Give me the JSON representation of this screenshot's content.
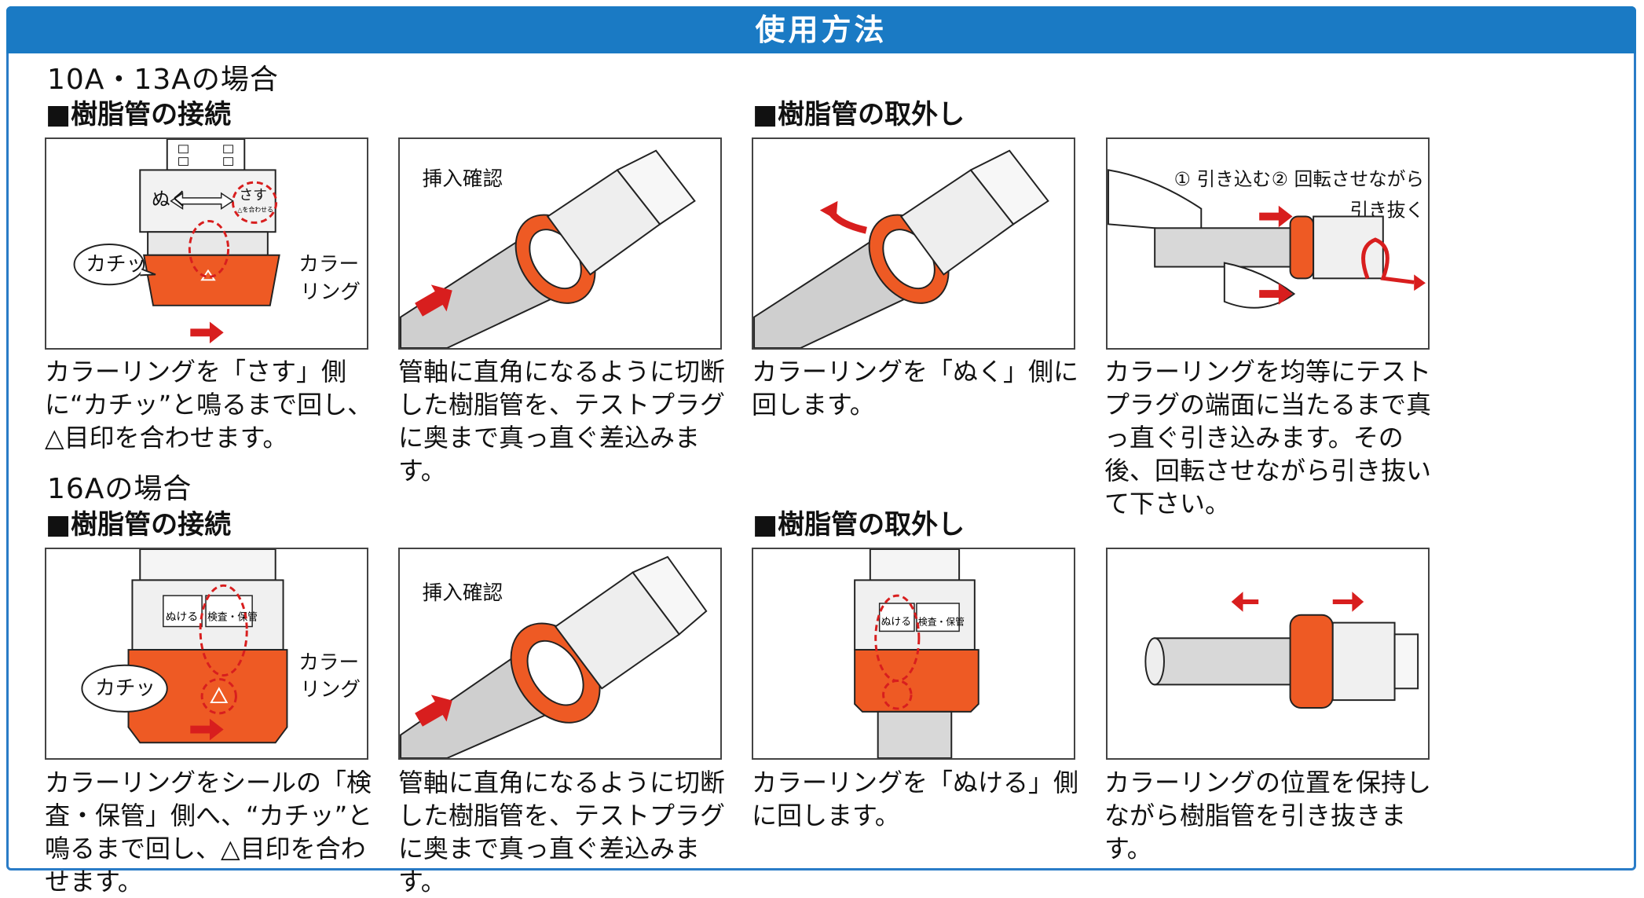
{
  "title": "使用方法",
  "section_1013": {
    "label": "10A・13Aの場合",
    "connect_heading": "■樹脂管の接続",
    "remove_heading": "■樹脂管の取外し",
    "panel1": {
      "kachi": "カチッ",
      "color_ring": "カラー リング",
      "nuku": "ぬく",
      "sasu": "さす",
      "sasu_sub": "△を合わせる"
    },
    "panel2": {
      "label": "挿入確認"
    },
    "panel4": {
      "step1": "① 引き込む",
      "step2_line1": "② 回転させながら",
      "step2_line2": "引き抜く"
    },
    "captions": [
      "カラーリングを「さす」側に“カチッ”と鳴るまで回し、△目印を合わせます。",
      "管軸に直角になるように切断した樹脂管を、テストプラグに奥まで真っ直ぐ差込みます。",
      "カラーリングを「ぬく」側に回します。",
      "カラーリングを均等にテストプラグの端面に当たるまで真っ直ぐ引き込みます。その後、回転させながら引き抜いて下さい。"
    ]
  },
  "section_16": {
    "label": "16Aの場合",
    "connect_heading": "■樹脂管の接続",
    "remove_heading": "■樹脂管の取外し",
    "panel1": {
      "kachi": "カチッ",
      "color_ring": "カラー リング",
      "nukeru": "ぬける",
      "kensa": "検査・保管"
    },
    "panel2": {
      "label": "挿入確認"
    },
    "panel3": {
      "nukeru": "ぬける",
      "kensa": "検査・保管"
    },
    "captions": [
      "カラーリングをシールの「検査・保管」側へ、“カチッ”と鳴るまで回し、△目印を合わせます。",
      "管軸に直角になるように切断した樹脂管を、テストプラグに奥まで真っ直ぐ差込みます。",
      "カラーリングを「ぬける」側に回します。",
      "カラーリングの位置を保持しながら樹脂管を引き抜きます。"
    ]
  },
  "colors": {
    "header": "#1a7ac4",
    "ring": "#ee5a24",
    "arrow": "#d81e1e",
    "border": "#2a7cc7"
  }
}
